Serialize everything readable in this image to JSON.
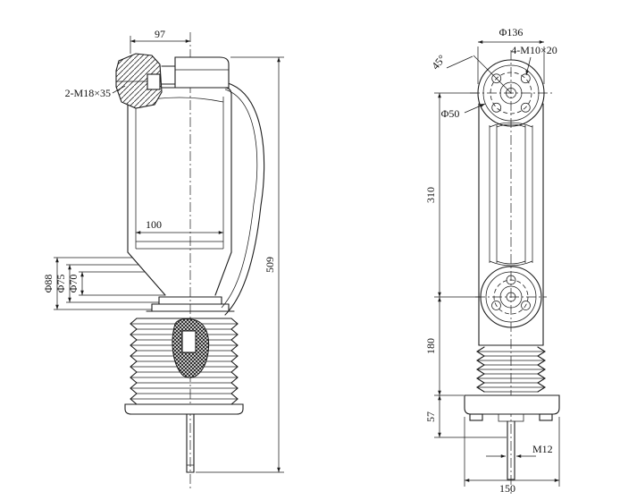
{
  "colors": {
    "line": "#1c1c1c",
    "background": "#ffffff"
  },
  "left_view": {
    "dims": {
      "width_top": "97",
      "thread_top": "2-M18×35",
      "width_mid": "100",
      "height_total": "509",
      "dia_88": "Φ88",
      "dia_75": "Φ75",
      "dia_70": "Φ70"
    }
  },
  "right_view": {
    "dims": {
      "dia_flange": "Φ136",
      "bolt_spec": "4-M10×20",
      "angle": "45°",
      "dia_inner": "Φ50",
      "h_center_to_center": "310",
      "h_lower": "180",
      "h_foot": "57",
      "thread_rod": "M12",
      "w_base": "150"
    }
  }
}
